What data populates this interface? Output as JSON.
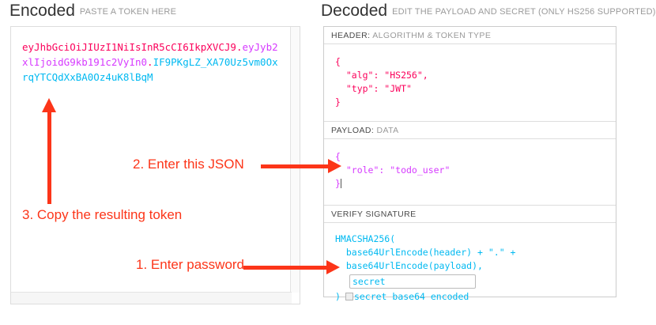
{
  "encoded": {
    "title": "Encoded",
    "subtitle": "PASTE A TOKEN HERE",
    "token": {
      "header_segment": "eyJhbGciOiJIUzI1NiIsInR5cCI6IkpXVCJ9",
      "payload_segment": "eyJyb2xlIjoidG9kb191c2VyIn0",
      "signature_segment": "IF9PKgLZ_XA70Uz5vm0OxrqYTCQdXxBA0Oz4uK8lBqM",
      "separator": "."
    }
  },
  "decoded": {
    "title": "Decoded",
    "subtitle": "EDIT THE PAYLOAD AND SECRET (ONLY HS256 SUPPORTED)",
    "sections": {
      "header": {
        "label_bold": "HEADER:",
        "label_rest": "ALGORITHM & TOKEN TYPE",
        "code": "{\n  \"alg\": \"HS256\",\n  \"typ\": \"JWT\"\n}"
      },
      "payload": {
        "label_bold": "PAYLOAD:",
        "label_rest": "DATA",
        "code": "{\n  \"role\": \"todo_user\"\n}"
      },
      "signature": {
        "label_bold": "VERIFY SIGNATURE",
        "label_rest": "",
        "line1": "HMACSHA256(",
        "line2": "  base64UrlEncode(header) + \".\" +",
        "line3": "  base64UrlEncode(payload),",
        "secret_value": "secret",
        "close_paren": ")",
        "checkbox_label": "secret base64 encoded"
      }
    }
  },
  "annotations": {
    "step1": "1. Enter password",
    "step2": "2. Enter this JSON",
    "step3": "3. Copy the resulting token"
  },
  "colors": {
    "header_pink": "#fb015b",
    "payload_purple": "#d63aff",
    "signature_blue": "#00b9f1",
    "annotation_red": "#fc3519"
  }
}
